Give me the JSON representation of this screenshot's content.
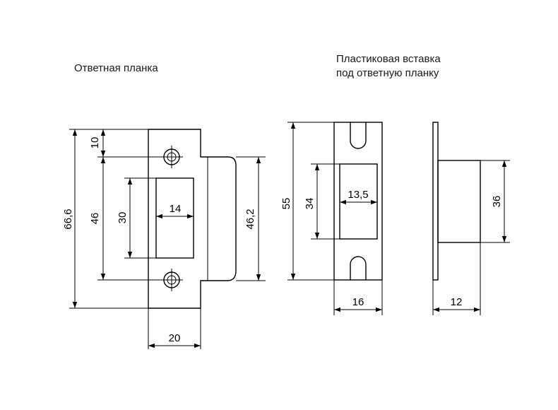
{
  "titles": {
    "strike_plate": "Ответная планка",
    "insert_line1": "Пластиковая  вставка",
    "insert_line2": "под ответную планку"
  },
  "dimensions": {
    "strike_height": "66,6",
    "hole_offset": "10",
    "hole_spacing": "46",
    "slot_height": "30",
    "slot_width": "14",
    "lip_height": "46,2",
    "plate_width": "20",
    "insert_height": "55",
    "insert_slot_height": "34",
    "insert_slot_width": "13,5",
    "insert_width": "16",
    "box_depth": "12",
    "box_height": "36"
  }
}
